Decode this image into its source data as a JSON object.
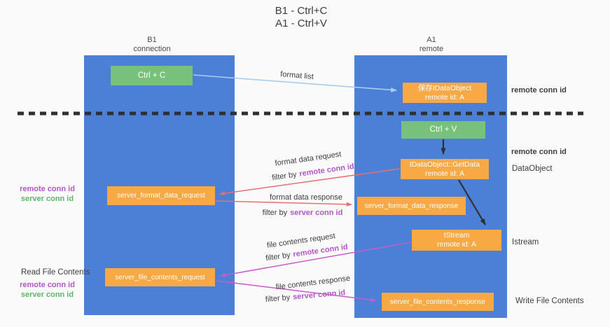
{
  "title": {
    "line1": "B1 - Ctrl+C",
    "line2": "A1 - Ctrl+V"
  },
  "columns": {
    "left": {
      "title": "B1",
      "subtitle": "connection"
    },
    "right": {
      "title": "A1",
      "subtitle": "remote"
    }
  },
  "boxes": {
    "ctrl_c": {
      "label": "Ctrl + C"
    },
    "ctrl_v": {
      "label": "Ctrl + V"
    },
    "save_dataobject": {
      "line1": "保存IDataObject",
      "line2": "remote id: A"
    },
    "getdata": {
      "line1": "IDataObject::GetData",
      "line2": "remote id: A"
    },
    "istream": {
      "line1": "IStream",
      "line2": "remote id: A"
    },
    "server_format_data_request": {
      "label": "server_format_data_request"
    },
    "server_format_data_response": {
      "label": "server_format_data_response"
    },
    "server_file_contents_request": {
      "label": "server_file_contents_request"
    },
    "server_file_contents_response": {
      "label": "server_file_contents_response"
    }
  },
  "arrow_labels": {
    "format_list": "format list",
    "format_data_request": "format data request",
    "format_data_response": "format data response",
    "file_contents_request": "file contents request",
    "file_contents_response": "file contents response",
    "filter_by": "filter by",
    "remote_conn_id": "remote conn id",
    "server_conn_id": "server conn id"
  },
  "side_labels": {
    "remote_conn_id": "remote conn id",
    "server_conn_id": "server conn id",
    "dataobject": "DataObject",
    "istream": "Istream",
    "read_file_contents": "Read File Contents",
    "write_file_contents": "Write File Contents"
  },
  "colors": {
    "bg": "#fafafa",
    "column-blue": "#4c80d6",
    "box-green": "#77c17a",
    "box-orange": "#f8a944",
    "arrow-red": "#e57070",
    "arrow-magenta": "#c75bc9",
    "arrow-lightblue": "#a7cdf0",
    "arrow-black": "#2f2f2f",
    "text-purple": "#b155c9",
    "text-green": "#5fb568",
    "text-dark": "#3d3d3d"
  }
}
